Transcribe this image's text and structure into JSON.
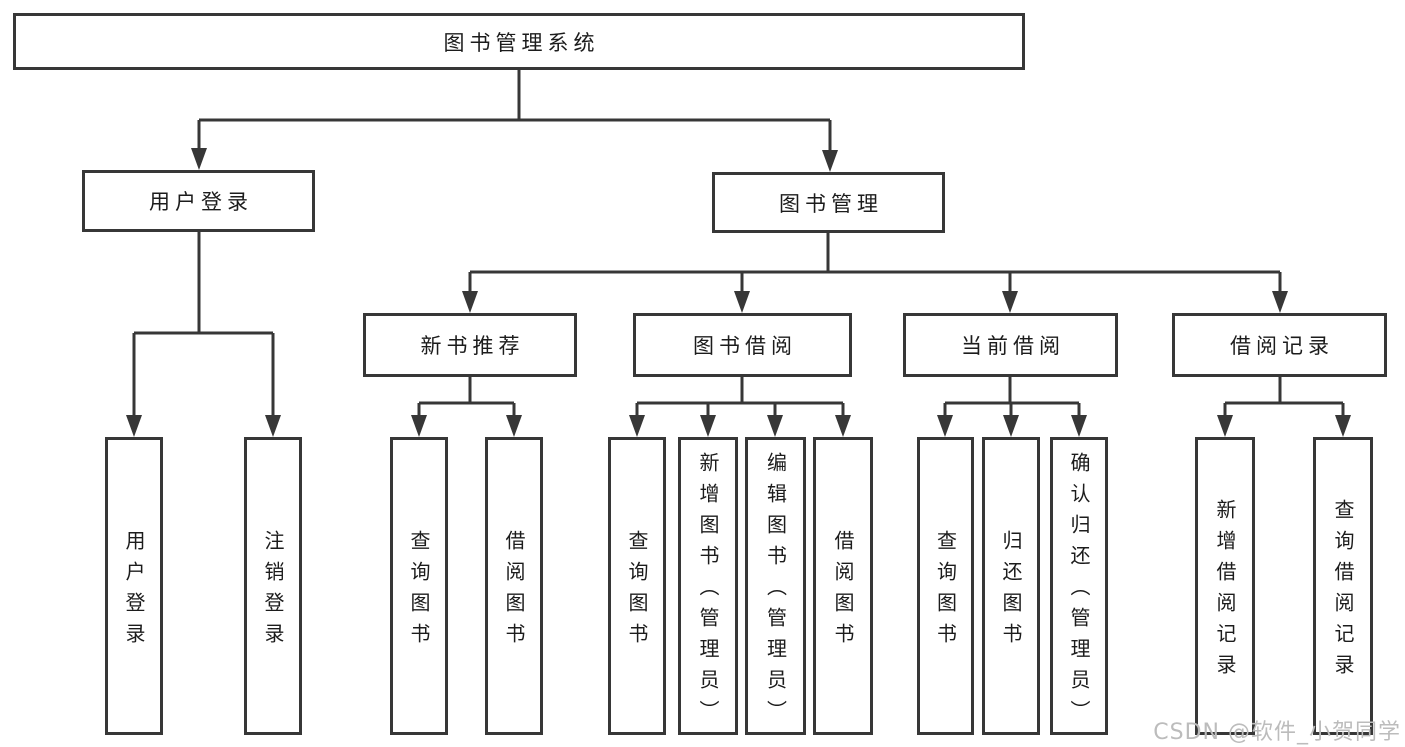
{
  "diagram": {
    "root": "图书管理系统",
    "level2": {
      "user_login": "用户登录",
      "book_mgmt": "图书管理"
    },
    "user_login_children": [
      "用户登录",
      "注销登录"
    ],
    "modules": [
      {
        "label": "新书推荐",
        "children": [
          "查询图书",
          "借阅图书"
        ]
      },
      {
        "label": "图书借阅",
        "children": [
          "查询图书",
          "新增图书（管理员）",
          "编辑图书（管理员）",
          "借阅图书"
        ]
      },
      {
        "label": "当前借阅",
        "children": [
          "查询图书",
          "归还图书",
          "确认归还（管理员）"
        ]
      },
      {
        "label": "借阅记录",
        "children": [
          "新增借阅记录",
          "查询借阅记录"
        ]
      }
    ]
  },
  "watermark": "CSDN @软件_小贺同学",
  "colors": {
    "line": "#373737",
    "text": "#1c1c1c",
    "watermark": "#bcbcbc",
    "background": "#ffffff"
  }
}
